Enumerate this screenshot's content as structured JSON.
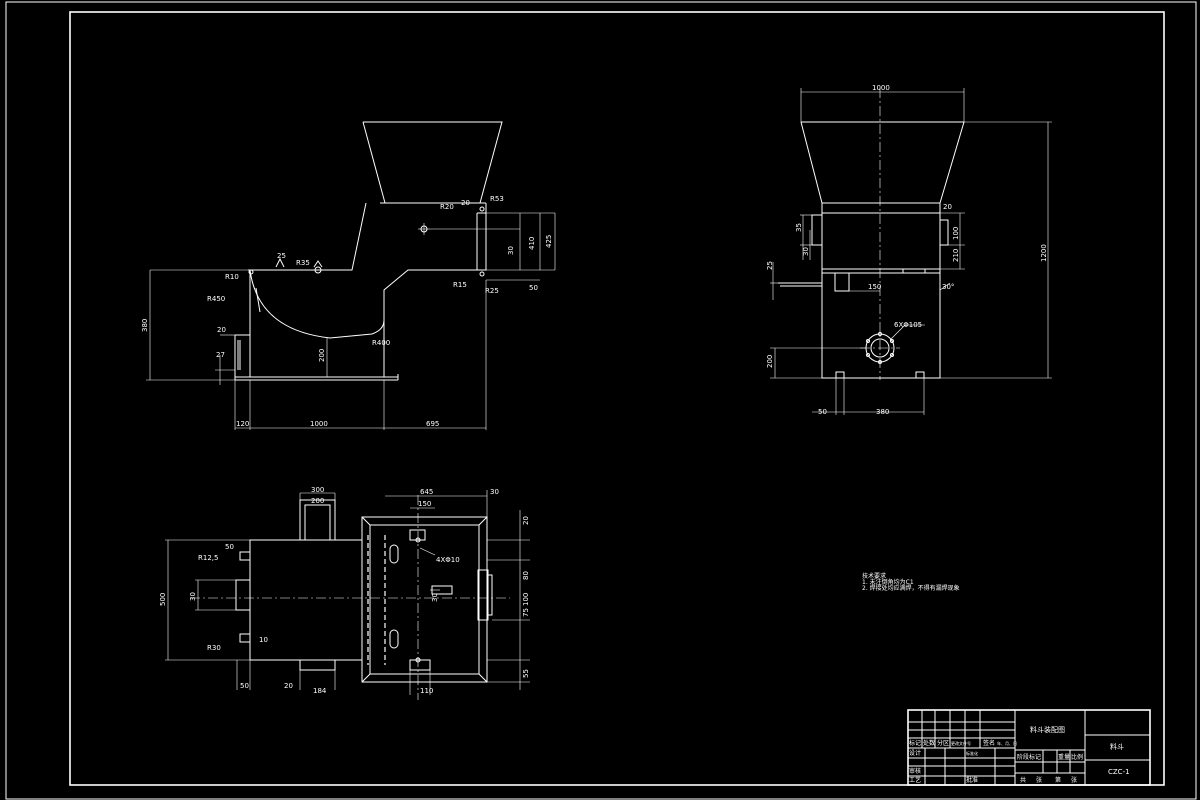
{
  "side_view": {
    "dims": {
      "d20_top": "20",
      "d15": "R53",
      "r20": "R20",
      "d30": "30",
      "d410": "410",
      "d425": "425",
      "r35": "R35",
      "d25": "25",
      "r10": "R10",
      "r450": "R450",
      "r15": "R15",
      "r25": "R25",
      "d50": "50",
      "d380": "380",
      "d20": "20",
      "d27": "27",
      "d200": "200",
      "r400": "R400",
      "d120": "120",
      "d1000": "1000",
      "d695": "695"
    }
  },
  "front_view": {
    "dims": {
      "d1000_top": "1000",
      "d20_a": "20",
      "d35": "35",
      "d30": "30",
      "d100": "100",
      "d210": "210",
      "d25": "25",
      "d150": "150",
      "d30_angle": "30°",
      "holes": "6XΦ105",
      "d1200": "1200",
      "d200": "200",
      "d50": "50",
      "d380": "380"
    }
  },
  "top_view": {
    "dims": {
      "d300": "300",
      "d200": "200",
      "d645": "645",
      "d150": "150",
      "d30_top": "30",
      "d50_a": "50",
      "r12_5": "R12,5",
      "holes": "4XΦ10",
      "d500": "500",
      "d30_left": "30",
      "d20_r": "20",
      "d80": "80",
      "d30_mid": "30",
      "d100": "100",
      "d75": "75",
      "r30": "R30",
      "d10": "10",
      "d55": "55",
      "d50_b": "50",
      "d20_b": "20",
      "d184": "184",
      "d110": "110"
    }
  },
  "notes": {
    "title": "技术要求",
    "line1": "1. 未注倒角均为C1",
    "line2": "2. 焊接处均应满焊，不得有漏焊现象"
  },
  "title_block": {
    "drawing_name": "料斗装配图",
    "part": "料斗",
    "drawing_no": "CZC-1",
    "labels": {
      "mark": "标记",
      "count": "处数",
      "zone": "分区",
      "doc_no": "更改文件号",
      "sign": "签名",
      "date": "年、月、日",
      "design": "设计",
      "std": "标准化",
      "stage_mark": "阶段标记",
      "weight": "重量",
      "scale": "比例",
      "review": "审核",
      "process": "工艺",
      "approve": "批准",
      "sheets": "共",
      "sheet": "张",
      "of": "第",
      "sheet2": "张"
    }
  }
}
